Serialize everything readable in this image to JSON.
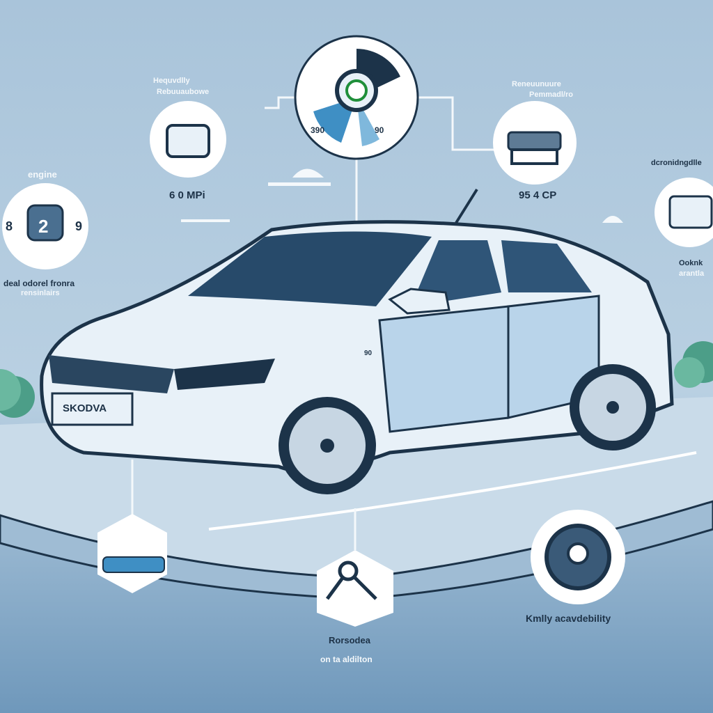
{
  "colors": {
    "background_top": "#a9c4da",
    "background_bottom": "#6f98bb",
    "car_body": "#e8f1f8",
    "accent_dark": "#1c3349",
    "accent_blue": "#3f8fc4",
    "logo_green": "#1f8f3a"
  },
  "gauge": {
    "left_value": "390",
    "right_value": "90",
    "icon": "brand-logo-icon"
  },
  "top_left_feature": {
    "title_line1": "Hequvdlly",
    "title_line2": "Rebuuaubowe",
    "value": "6 0 MPi",
    "icon": "car-front-icon"
  },
  "top_right_feature": {
    "title_line1": "Reneuunuure",
    "title_line2": "Pemmadl/ro",
    "value": "95 4 CP",
    "icon": "car-lift-icon"
  },
  "left_feature": {
    "title": "engine",
    "num_left": "8",
    "num_center": "2",
    "num_right": "9",
    "caption_line1": "deal odorel fronra",
    "caption_line2": "rensinlairs",
    "icon": "engine-icon"
  },
  "right_feature": {
    "title": "dcronidngdlle",
    "caption_line1": "Ooknk",
    "caption_line2": "arantla",
    "icon": "car-rear-icon"
  },
  "car": {
    "plate": "SKODVA",
    "badge": "90"
  },
  "bottom_left_feature": {
    "icon": "car-side-icon"
  },
  "bottom_center_feature": {
    "caption_line1": "Rorsodea",
    "caption_line2": "on ta aldilton",
    "icon": "key-icon"
  },
  "bottom_right_feature": {
    "caption": "Kmlly acavdebility",
    "icon": "steering-wheel-icon"
  }
}
